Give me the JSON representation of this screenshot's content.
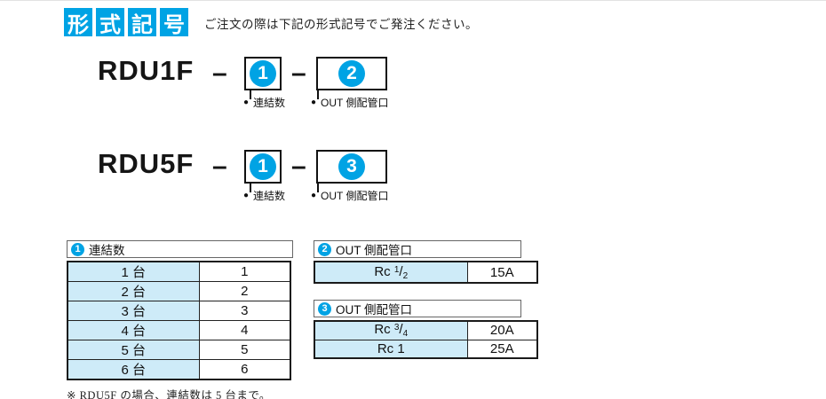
{
  "colors": {
    "accent": "#00A3E4",
    "cell_blue": "#CEEBF8"
  },
  "header": {
    "badge_chars": [
      "形",
      "式",
      "記",
      "号"
    ],
    "subtitle": "ご注文の際は下記の形式記号でご発注ください。"
  },
  "symbols": {
    "dash": "–",
    "bullet": "●"
  },
  "models": [
    {
      "name": "RDU1F",
      "fields": [
        {
          "num": "1",
          "label": "連結数"
        },
        {
          "num": "2",
          "label": "OUT 側配管口"
        }
      ]
    },
    {
      "name": "RDU5F",
      "fields": [
        {
          "num": "1",
          "label": "連結数"
        },
        {
          "num": "3",
          "label": "OUT 側配管口"
        }
      ]
    }
  ],
  "tables": [
    {
      "num": "1",
      "title": "連結数",
      "rows": [
        [
          "1 台",
          "1"
        ],
        [
          "2 台",
          "2"
        ],
        [
          "3 台",
          "3"
        ],
        [
          "4 台",
          "4"
        ],
        [
          "5 台",
          "5"
        ],
        [
          "6 台",
          "6"
        ]
      ],
      "note": "※ RDU5F の場合、連結数は 5 台まで。"
    },
    {
      "num": "2",
      "title": "OUT 側配管口",
      "rows": [
        [
          {
            "text": "Rc",
            "sup": "1",
            "sub": "2"
          },
          "15A"
        ]
      ]
    },
    {
      "num": "3",
      "title": "OUT 側配管口",
      "rows": [
        [
          {
            "text": "Rc",
            "sup": "3",
            "sub": "4"
          },
          "20A"
        ],
        [
          "Rc 1",
          "25A"
        ]
      ]
    }
  ]
}
